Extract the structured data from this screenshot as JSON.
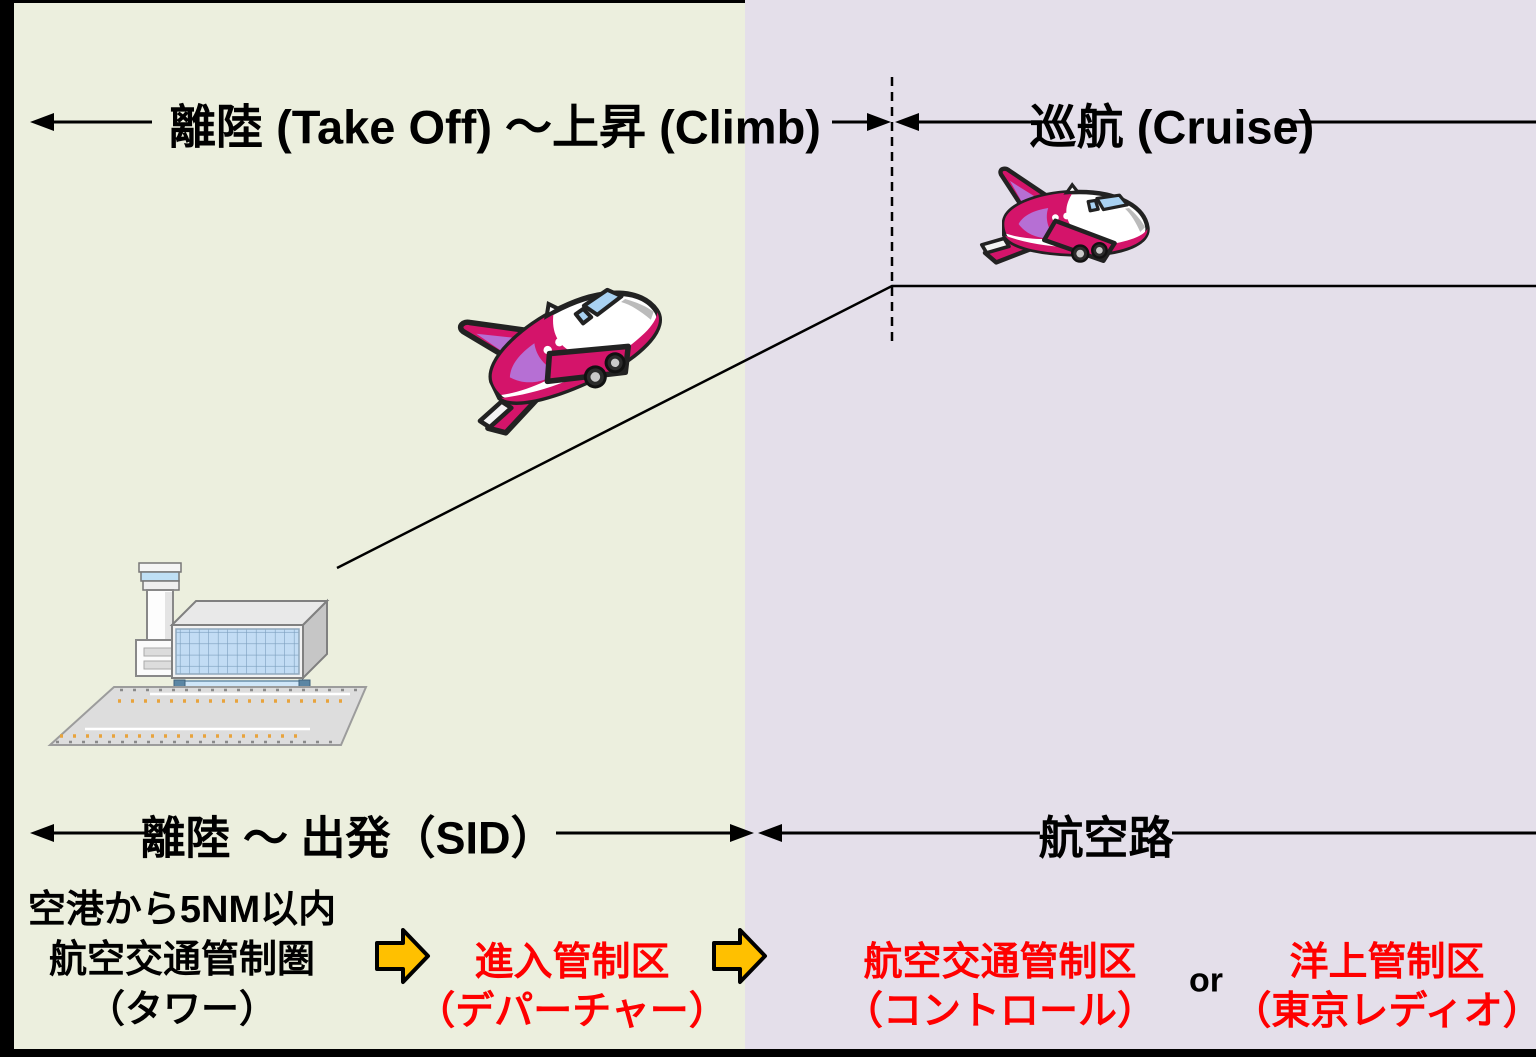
{
  "top_phases": {
    "left": "離陸 (Take Off) ～上昇 (Climb)",
    "right": "巡航 (Cruise)"
  },
  "bottom_phases": {
    "left": "離陸 ～ 出発（SID）",
    "right": "航空路"
  },
  "zones": {
    "tower": {
      "lines": [
        "空港から5NM以内",
        "航空交通管制圏",
        "（タワー）"
      ]
    },
    "departure": {
      "lines": [
        "進入管制区",
        "（デパーチャー）"
      ]
    },
    "control": {
      "lines": [
        "航空交通管制区",
        "（コントロール）"
      ]
    },
    "or_label": "or",
    "oceanic": {
      "lines": [
        "洋上管制区",
        "（東京レディオ）"
      ]
    }
  },
  "colors": {
    "background_left": "#ECEFDE",
    "background_right": "#E4DFEA",
    "zone_text_red": "#FF0000",
    "transition_arrow_orange": "#FFC000",
    "airplane_magenta": "#D4146A",
    "airplane_purple": "#B66FD4",
    "line_black": "#000000"
  }
}
